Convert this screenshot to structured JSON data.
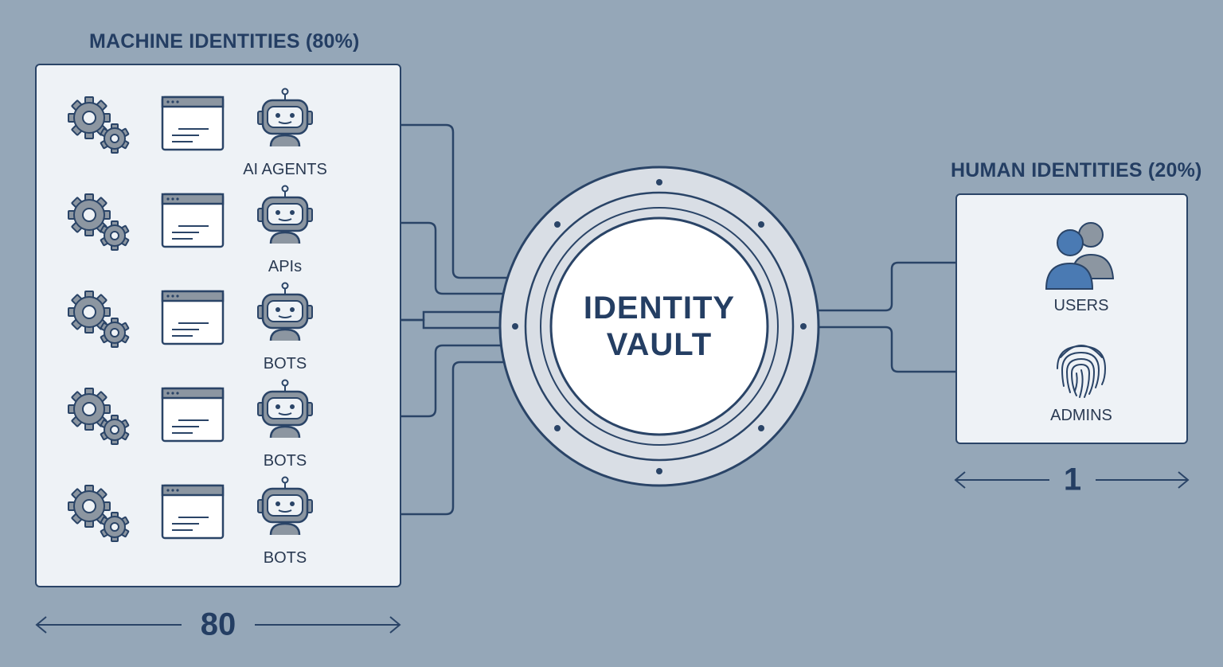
{
  "machine": {
    "title": "MACHINE IDENTITIES (80%)",
    "rows": [
      {
        "label": "AI AGENTS",
        "icons": [
          "gears-icon",
          "code-window-icon",
          "robot-icon"
        ]
      },
      {
        "label": "APIs",
        "icons": [
          "gears-icon",
          "code-window-icon",
          "robot-icon"
        ]
      },
      {
        "label": "BOTS",
        "icons": [
          "gears-icon",
          "code-window-icon",
          "robot-icon"
        ]
      },
      {
        "label": "BOTS",
        "icons": [
          "gears-icon",
          "code-window-icon",
          "robot-icon"
        ]
      },
      {
        "label": "BOTS",
        "icons": [
          "gears-icon",
          "code-window-icon",
          "robot-icon"
        ]
      }
    ],
    "count": "80",
    "code_glyph": "</>"
  },
  "vault": {
    "line1": "IDENTITY",
    "line2": "VAULT"
  },
  "human": {
    "title": "HUMAN IDENTITIES (20%)",
    "users_label": "USERS",
    "admins_label": "ADMINS",
    "count": "1"
  },
  "colors": {
    "background": "#95a7b8",
    "navy": "#2a4467",
    "panel": "#eef2f6",
    "accent_blue": "#4a7ab3",
    "vault_ring": "#d9dee5"
  }
}
